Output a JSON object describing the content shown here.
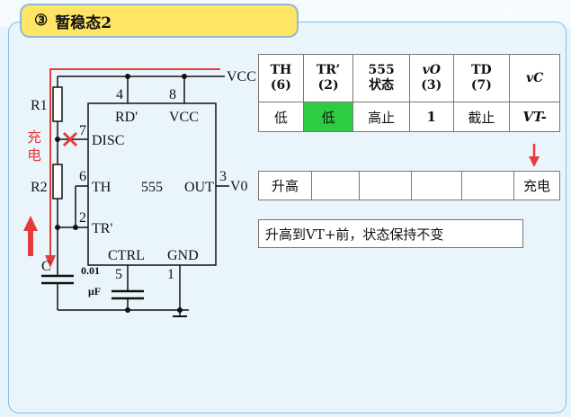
{
  "title": {
    "number": "③",
    "text": "暂稳态2"
  },
  "watermark": "山西农业大学",
  "circuit": {
    "vcc_top": "VCC",
    "r1": "R1",
    "r2": "R2",
    "c": "C",
    "cap_value_line1": "0.01",
    "cap_value_line2": "μF",
    "charge_char1": "充",
    "charge_char2": "电",
    "vo": "V0",
    "chip": {
      "name": "555",
      "pin4": "4",
      "pin8": "8",
      "pin7": "7",
      "pin6": "6",
      "pin2": "2",
      "pin3": "3",
      "pin5": "5",
      "pin1": "1",
      "rd": "RD'",
      "vcc": "VCC",
      "disc": "DISC",
      "th": "TH",
      "out": "OUT",
      "tr": "TR'",
      "ctrl": "CTRL",
      "gnd": "GND"
    }
  },
  "top_table": {
    "headers": [
      {
        "l1": "TH",
        "l2": "(6)"
      },
      {
        "l1": "TR’",
        "l2": "(2)"
      },
      {
        "l1": "555",
        "l2": "状态"
      },
      {
        "l1": "vO",
        "l2": "(3)"
      },
      {
        "l1": "TD",
        "l2": "(7)"
      },
      {
        "l1": "vC",
        "l2": ""
      }
    ],
    "values": [
      "低",
      "低",
      "高止",
      "1",
      "截止",
      "VT-"
    ]
  },
  "bottom_table": {
    "values": [
      "升高",
      "",
      "",
      "",
      "",
      "充电"
    ]
  },
  "note": "升高到VT+前，状态保持不变",
  "colors": {
    "highlight": "#2ecc40",
    "arrow": "#e53b3b",
    "title_bg": "#ffe566",
    "panel_border": "#7fc0e6"
  }
}
